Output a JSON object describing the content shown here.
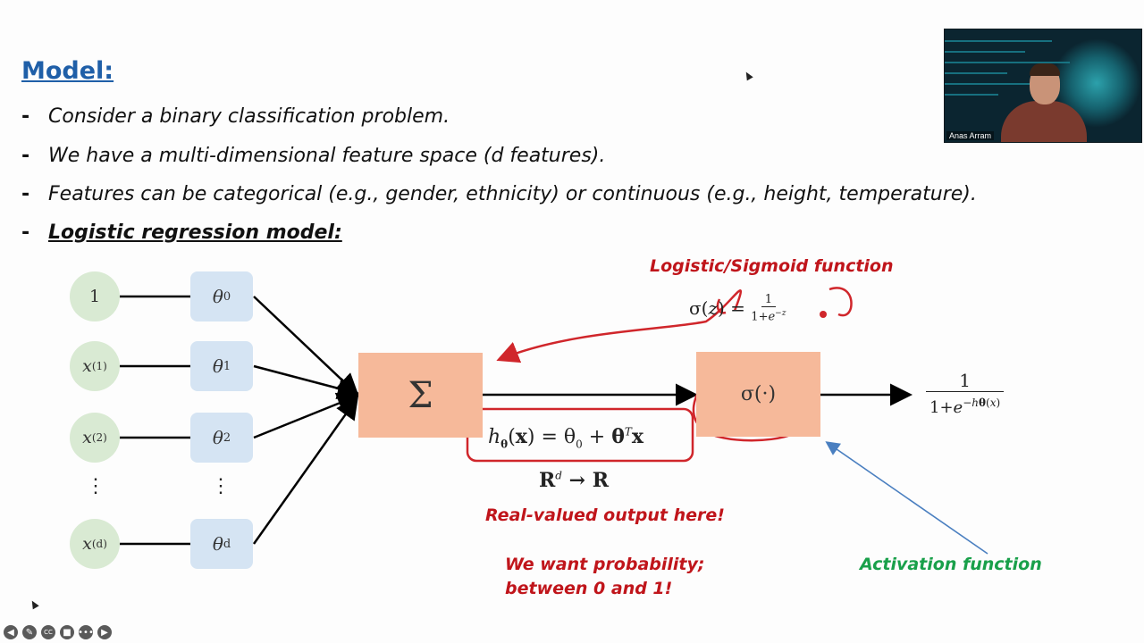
{
  "slide": {
    "title": "Model:",
    "bullets": [
      "Consider a binary classification problem.",
      "We have a multi-dimensional feature space (d features).",
      "Features can be categorical (e.g., gender, ethnicity) or continuous (e.g., height, temperature).",
      "Logistic regression model:"
    ],
    "bullet_marker": "-"
  },
  "diagram": {
    "inputs": [
      "1",
      "x(1)",
      "x(2)",
      "x(d)"
    ],
    "weights": [
      "θ0",
      "θ1",
      "θ2",
      "θd"
    ],
    "dots": "⋮",
    "sum_symbol": "Σ",
    "activation_label": "σ(·)",
    "linear_formula": "hθ(x) = θ0 + θTx",
    "mapping": "Rd → R",
    "output_formula_num": "1",
    "output_formula_den": "1+e−hθ(x)",
    "sigmoid_formula_lhs": "σ(z) =",
    "sigmoid_formula_num": "1",
    "sigmoid_formula_den": "1+e−z"
  },
  "annotations": {
    "sigmoid_title": "Logistic/Sigmoid function",
    "real_valued": "Real-valued output here!",
    "want_prob_line1": "We want probability;",
    "want_prob_line2": "between 0 and 1!",
    "activation": "Activation function",
    "colors": {
      "red": "#c0151b",
      "green": "#19a04a",
      "blue_arrow": "#4a7fc0"
    }
  },
  "webcam": {
    "name": "Anas Arram"
  },
  "toolbar": {
    "icons": [
      "back-icon",
      "pen-icon",
      "captions-icon",
      "video-off-icon",
      "more-icon",
      "forward-icon"
    ],
    "captions_label": "CC"
  }
}
